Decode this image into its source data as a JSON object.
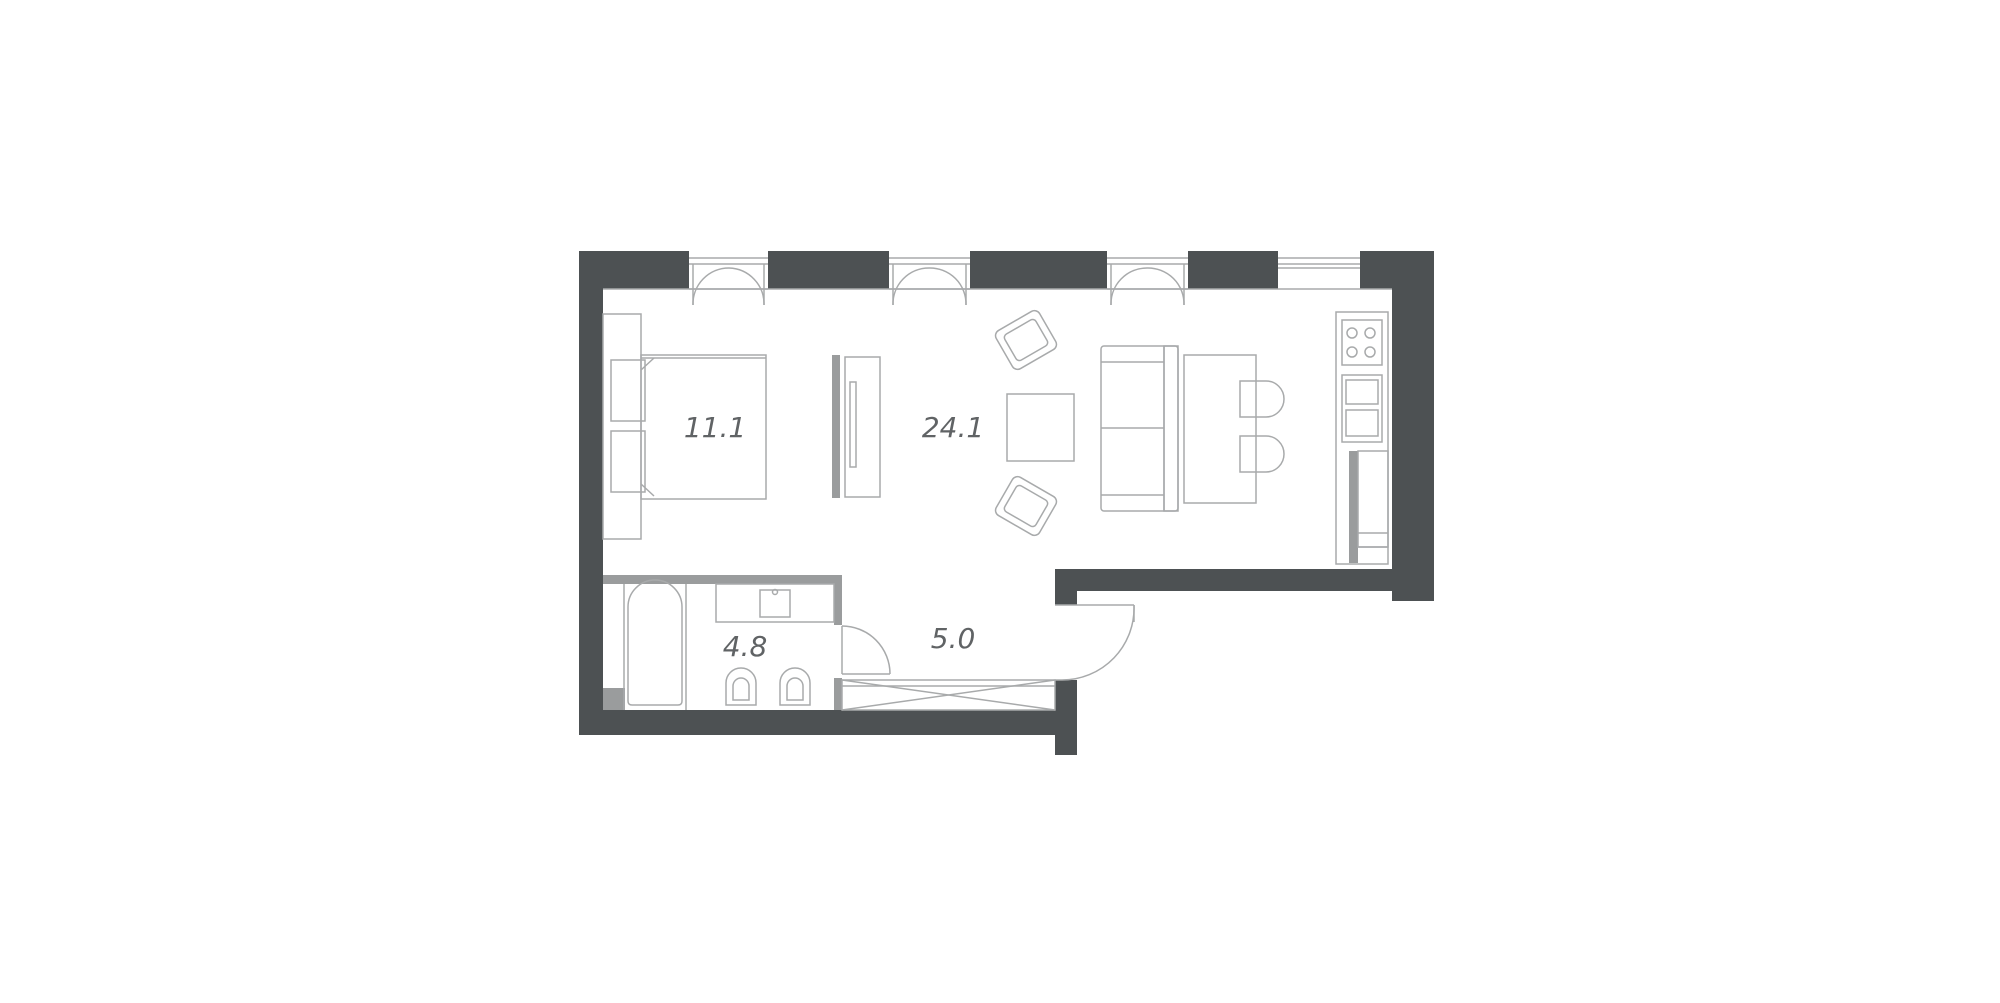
{
  "rooms": {
    "bedroom_area": "11.1",
    "living_area": "24.1",
    "bathroom_area": "4.8",
    "hall_area": "5.0"
  },
  "colors": {
    "wall": "#4d5153",
    "partition": "#9a9c9d",
    "furniture_line": "#a8aaab",
    "label": "#606365",
    "background": "#ffffff"
  }
}
